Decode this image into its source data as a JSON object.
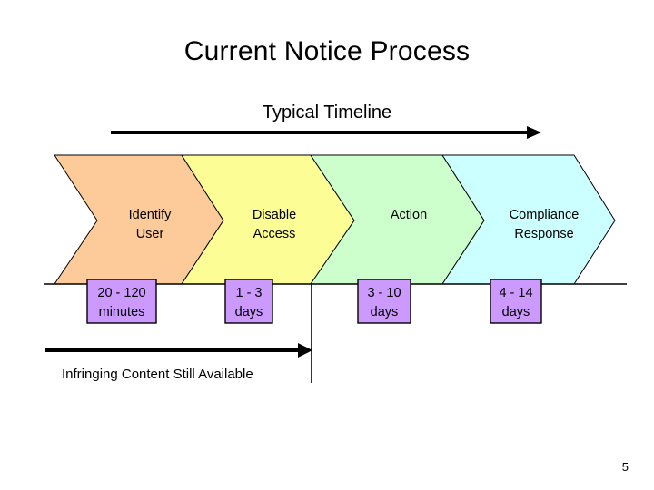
{
  "slide": {
    "title": "Current Notice Process",
    "subtitle": "Typical Timeline",
    "page_number": "5",
    "note": "Infringing Content Still Available"
  },
  "colors": {
    "stage_1_fill": "#FCCB99",
    "stage_2_fill": "#FDFD96",
    "stage_3_fill": "#CCFFCC",
    "stage_4_fill": "#CCFFFF",
    "duration_box_fill": "#CC99FF",
    "outline": "#000000",
    "text": "#000000",
    "background": "#FFFFFF"
  },
  "chart_data": {
    "type": "diagram",
    "title": "Current Notice Process",
    "subtitle": "Typical Timeline",
    "orientation": "left-to-right",
    "stages": [
      {
        "index": 1,
        "name_line1": "Identify",
        "name_line2": "User",
        "duration_line1": "20 - 120",
        "duration_line2": "minutes",
        "fill": "#FCCB99"
      },
      {
        "index": 2,
        "name_line1": "Disable",
        "name_line2": "Access",
        "duration_line1": "1 - 3",
        "duration_line2": "days",
        "fill": "#FDFD96"
      },
      {
        "index": 3,
        "name_line1": "Action",
        "name_line2": "",
        "duration_line1": "3 - 10",
        "duration_line2": "days",
        "fill": "#CCFFCC"
      },
      {
        "index": 4,
        "name_line1": "Compliance",
        "name_line2": "Response",
        "duration_line1": "4 - 14",
        "duration_line2": "days",
        "fill": "#CCFFFF"
      }
    ],
    "annotations": [
      {
        "name": "timeline-arrow",
        "label": "Typical Timeline",
        "direction": "right"
      },
      {
        "name": "availability-arrow",
        "label": "Infringing Content Still Available",
        "direction": "right",
        "spans_stages": [
          1,
          2
        ]
      }
    ]
  }
}
